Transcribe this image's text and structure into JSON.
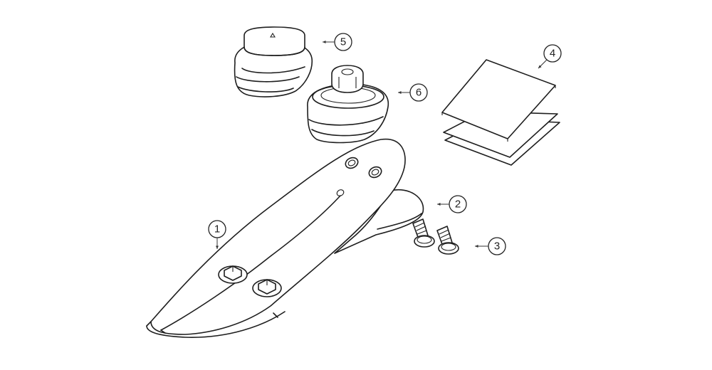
{
  "callouts": {
    "c1": "1",
    "c2": "2",
    "c3": "3",
    "c4": "4",
    "c5": "5",
    "c6": "6"
  },
  "colors": {
    "line": "#1e1e1e",
    "background": "#ffffff"
  }
}
